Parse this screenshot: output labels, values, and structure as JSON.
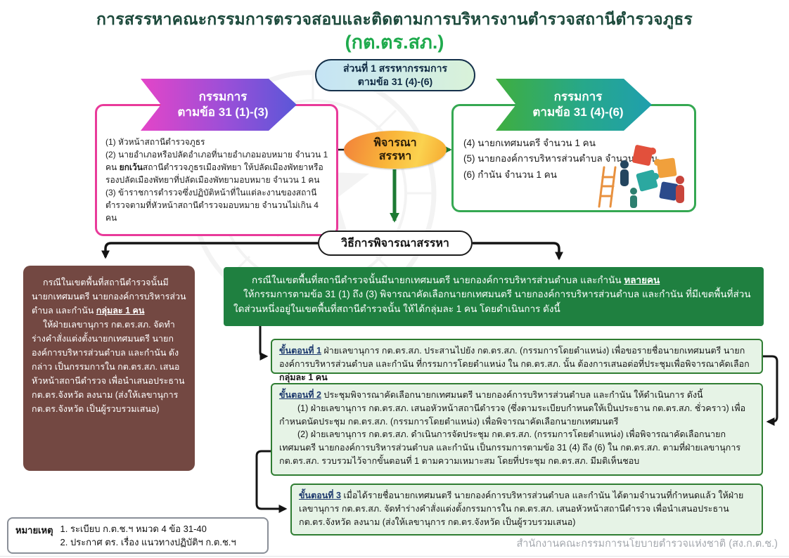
{
  "page": {
    "title": "การสรรหาคณะกรรมการตรวจสอบและติดตามการบริหารงานตำรวจสถานีตำรวจภูธร",
    "subtitle": "(กต.ตร.สภ.)",
    "footer": "สำนักงานคณะกรรมการนโยบายตำรวจแห่งชาติ (สง.ก.ต.ช.)"
  },
  "section_pill": {
    "line1": "ส่วนที่ 1 สรรหากรรมการ",
    "line2": "ตามข้อ 31 (4)-(6)"
  },
  "banner_left": {
    "line1": "กรรมการ",
    "line2": "ตามข้อ 31 (1)-(3)"
  },
  "banner_right": {
    "line1": "กรรมการ",
    "line2": "ตามข้อ 31 (4)-(6)"
  },
  "committee_1_3": {
    "item1": "(1) หัวหน้าสถานีตำรวจภูธร",
    "item2_pre": "(2) นายอำเภอหรือปลัดอำเภอที่นายอำเภอมอบหมาย จำนวน 1 คน ",
    "item2_bold": "ยกเว้น",
    "item2_post": "สถานีตำรวจภูธรเมืองพัทยา ให้ปลัดเมืองพัทยาหรือรองปลัดเมืองพัทยาที่ปลัดเมืองพัทยามอบหมาย จำนวน 1 คน",
    "item3": "(3) ข้าราชการตำรวจซึ่งปฏิบัติหน้าที่ในแต่ละงานของสถานีตำรวจตามที่หัวหน้าสถานีตำรวจมอบหมาย จำนวนไม่เกิน 4 คน"
  },
  "consider": {
    "line1": "พิจารณา",
    "line2": "สรรหา"
  },
  "committee_4_6": {
    "item4": "(4) นายกเทศมนตรี จำนวน 1 คน",
    "item5": "(5) นายกองค์การบริหารส่วนตำบล จำนวน 1 คน",
    "item6": "(6) กำนัน จำนวน 1 คน"
  },
  "method_pill": "วิธีการพิจารณาสรรหา",
  "case_single": {
    "p1_pre": "กรณีในเขตพื้นที่สถานีตำรวจนั้นมีนายกเทศมนตรี นายกองค์การบริหารส่วนตำบล และกำนัน ",
    "p1_bold": "กลุ่มละ 1 คน",
    "p2": "ให้ฝ่ายเลขานุการ กต.ตร.สภ. จัดทำร่างคำสั่งแต่งตั้งนายกเทศมนตรี นายกองค์การบริหารส่วนตำบล และกำนัน ดังกล่าว เป็นกรรมการใน กต.ตร.สภ. เสนอหัวหน้าสถานีตำรวจ เพื่อนำเสนอประธาน กต.ตร.จังหวัด ลงนาม (ส่งให้เลขานุการ กต.ตร.จังหวัด เป็นผู้รวบรวมเสนอ)"
  },
  "case_multiple": {
    "p1_pre": "กรณีในเขตพื้นที่สถานีตำรวจนั้นมีนายกเทศมนตรี นายกองค์การบริหารส่วนตำบล และกำนัน ",
    "p1_bold": "หลายคน",
    "p2": "ให้กรรมการตามข้อ 31 (1) ถึง (3) พิจารณาคัดเลือกนายกเทศมนตรี นายกองค์การบริหารส่วนตำบล และกำนัน ที่มีเขตพื้นที่ส่วนใดส่วนหนึ่งอยู่ในเขตพื้นที่สถานีตำรวจนั้น ให้ได้กลุ่มละ 1 คน โดยดำเนินการ ดังนี้"
  },
  "steps": [
    {
      "label": "ขั้นตอนที่ 1",
      "text": " ฝ่ายเลขานุการ กต.ตร.สภ. ประสานไปยัง กต.ตร.สภ. (กรรมการโดยตำแหน่ง) เพื่อขอรายชื่อนายกเทศมนตรี นายกองค์การบริหารส่วนตำบล และกำนัน ที่กรรมการโดยตำแหน่ง ใน กต.ตร.สภ. นั้น ต้องการเสนอต่อที่ประชุมเพื่อพิจารณาคัดเลือก ",
      "bold_tail": "กลุ่มละ 1 คน"
    },
    {
      "label": "ขั้นตอนที่ 2",
      "intro": " ประชุมพิจารณาคัดเลือกนายกเทศมนตรี นายกองค์การบริหารส่วนตำบล และกำนัน ให้ดำเนินการ ดังนี้",
      "sub1": "(1) ฝ่ายเลขานุการ กต.ตร.สภ. เสนอหัวหน้าสถานีตำรวจ (ซึ่งตามระเบียบกำหนดให้เป็นประธาน กต.ตร.สภ. ชั่วคราว) เพื่อกำหนดนัดประชุม กต.ตร.สภ. (กรรมการโดยตำแหน่ง) เพื่อพิจารณาคัดเลือกนายกเทศมนตรี",
      "sub2": "(2) ฝ่ายเลขานุการ กต.ตร.สภ. ดำเนินการจัดประชุม กต.ตร.สภ. (กรรมการโดยตำแหน่ง) เพื่อพิจารณาคัดเลือกนายกเทศมนตรี นายกองค์การบริหารส่วนตำบล และกำนัน เป็นกรรมการตามข้อ 31 (4) ถึง (6) ใน กต.ตร.สภ. ตามที่ฝ่ายเลขานุการ กต.ตร.สภ. รวบรวมไว้จากขั้นตอนที่ 1 ตามความเหมาะสม โดยที่ประชุม กต.ตร.สภ. มีมติเห็นชอบ"
    },
    {
      "label": "ขั้นตอนที่ 3",
      "text": " เมื่อได้รายชื่อนายกเทศมนตรี นายกองค์การบริหารส่วนตำบล และกำนัน ได้ตามจำนวนที่กำหนดแล้ว ให้ฝ่ายเลขานุการ กต.ตร.สภ. จัดทำร่างคำสั่งแต่งตั้งกรรมการใน กต.ตร.สภ. เสนอหัวหน้าสถานีตำรวจ เพื่อนำเสนอประธาน กต.ตร.จังหวัด ลงนาม (ส่งให้เลขานุการ กต.ตร.จังหวัด เป็นผู้รวบรวมเสนอ)"
    }
  ],
  "note": {
    "label": "หมายเหตุ",
    "line1": "1. ระเบียบ ก.ต.ช.ฯ หมวด 4 ข้อ 31-40",
    "line2": "2. ประกาศ ตร. เรื่อง แนวทางปฏิบัติฯ ก.ต.ช.ฯ"
  },
  "colors": {
    "title_dark_green": "#1d4a3c",
    "title_bright_green": "#1faa4d",
    "banner_left_gradient_start": "#e445c8",
    "banner_left_gradient_end": "#5a57d8",
    "banner_right_gradient_start": "#3fae3f",
    "banner_right_gradient_end": "#1f9fae",
    "pink_border": "#e93a9a",
    "green_border": "#35a852",
    "consider_orange": "#f6a62e",
    "case_single_bg": "#734842",
    "case_multiple_bg": "#1f8040",
    "step_bg": "#e6f3e6",
    "step_border": "#2f7d32",
    "arrow_green": "#1d7a33",
    "arrow_black": "#141414"
  }
}
